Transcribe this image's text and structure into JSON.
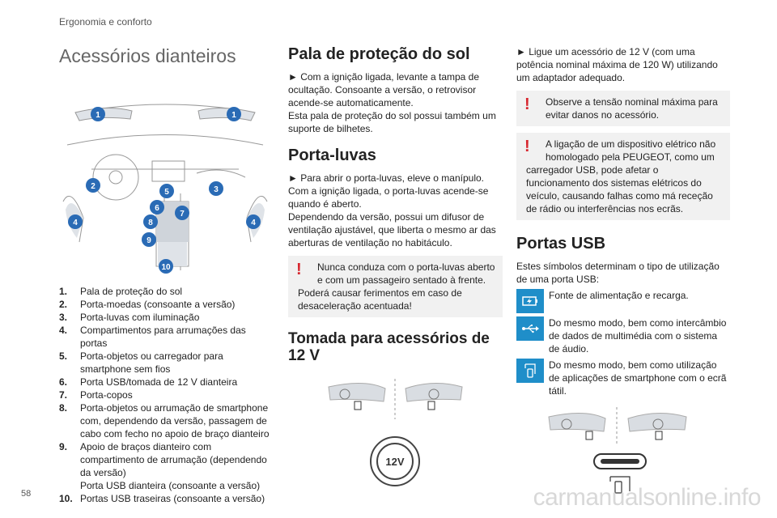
{
  "header": {
    "section": "Ergonomia e conforto"
  },
  "page_number": "58",
  "footer": {
    "watermark": "carmanualsonline.info"
  },
  "col1": {
    "title": "Acessórios dianteiros",
    "callouts": [
      "1",
      "1",
      "2",
      "3",
      "4",
      "4",
      "5",
      "6",
      "7",
      "8",
      "9",
      "10"
    ],
    "legend": [
      {
        "num": "1.",
        "text": "Pala de proteção do sol"
      },
      {
        "num": "2.",
        "text": "Porta-moedas (consoante a versão)"
      },
      {
        "num": "3.",
        "text": "Porta-luvas com iluminação"
      },
      {
        "num": "4.",
        "text": "Compartimentos para arrumações das portas"
      },
      {
        "num": "5.",
        "text": "Porta-objetos ou carregador para smartphone sem fios"
      },
      {
        "num": "6.",
        "text": "Porta USB/tomada de 12 V dianteira"
      },
      {
        "num": "7.",
        "text": "Porta-copos"
      },
      {
        "num": "8.",
        "text": "Porta-objetos ou arrumação de smartphone com, dependendo da versão, passagem de cabo com fecho no apoio de braço dianteiro"
      },
      {
        "num": "9.",
        "text": "Apoio de braços dianteiro com compartimento de arrumação (dependendo da versão)"
      },
      {
        "num": "",
        "text": "Porta USB dianteira (consoante a versão)"
      },
      {
        "num": "10.",
        "text": "Portas USB traseiras (consoante a versão)"
      }
    ]
  },
  "col2": {
    "sun_title": "Pala de proteção do sol",
    "sun_p1": "► Com a ignição ligada, levante a tampa de ocultação. Consoante a versão, o retrovisor acende-se automaticamente.",
    "sun_p2": "Esta pala de proteção do sol possui também um suporte de bilhetes.",
    "glove_title": "Porta-luvas",
    "glove_p1": "► Para abrir o porta-luvas, eleve o manípulo.",
    "glove_p2": "Com a ignição ligada, o porta-luvas acende-se quando é aberto.",
    "glove_p3": "Dependendo da versão, possui um difusor de ventilação ajustável, que liberta o mesmo ar das aberturas de ventilação no habitáculo.",
    "glove_warn_a": "Nunca conduza com o porta-luvas aberto e com um passageiro sentado à frente.",
    "glove_warn_b": "Poderá causar ferimentos em caso de desaceleração acentuada!",
    "socket_title": "Tomada para acessórios de 12 V",
    "socket_label": "12V"
  },
  "col3": {
    "p1": "► Ligue um acessório de 12 V (com uma potência nominal máxima de 120 W) utilizando um adaptador adequado.",
    "warn1": "Observe a tensão nominal máxima para evitar danos no acessório.",
    "warn2a": "A ligação de um dispositivo elétrico não homologado pela PEUGEOT, como um",
    "warn2b": "carregador USB, pode afetar o funcionamento dos sistemas elétricos do veículo, causando falhas como má receção de rádio ou interferências nos ecrãs.",
    "usb_title": "Portas USB",
    "usb_intro": "Estes símbolos determinam o tipo de utilização de uma porta USB:",
    "usb_items": [
      {
        "icon": "charging-battery-icon",
        "text": "Fonte de alimentação e recarga."
      },
      {
        "icon": "usb-symbol-icon",
        "text": "Do mesmo modo, bem como intercâmbio de dados de multimédia com o sistema de áudio."
      },
      {
        "icon": "smartphone-mirror-icon",
        "text": "Do mesmo modo, bem como utilização de aplicações de smartphone com o ecrã tátil."
      }
    ]
  },
  "colors": {
    "accent_blue": "#1f8ec9",
    "callout_blue": "#2a6bb5",
    "warning_red": "#d7262e"
  }
}
